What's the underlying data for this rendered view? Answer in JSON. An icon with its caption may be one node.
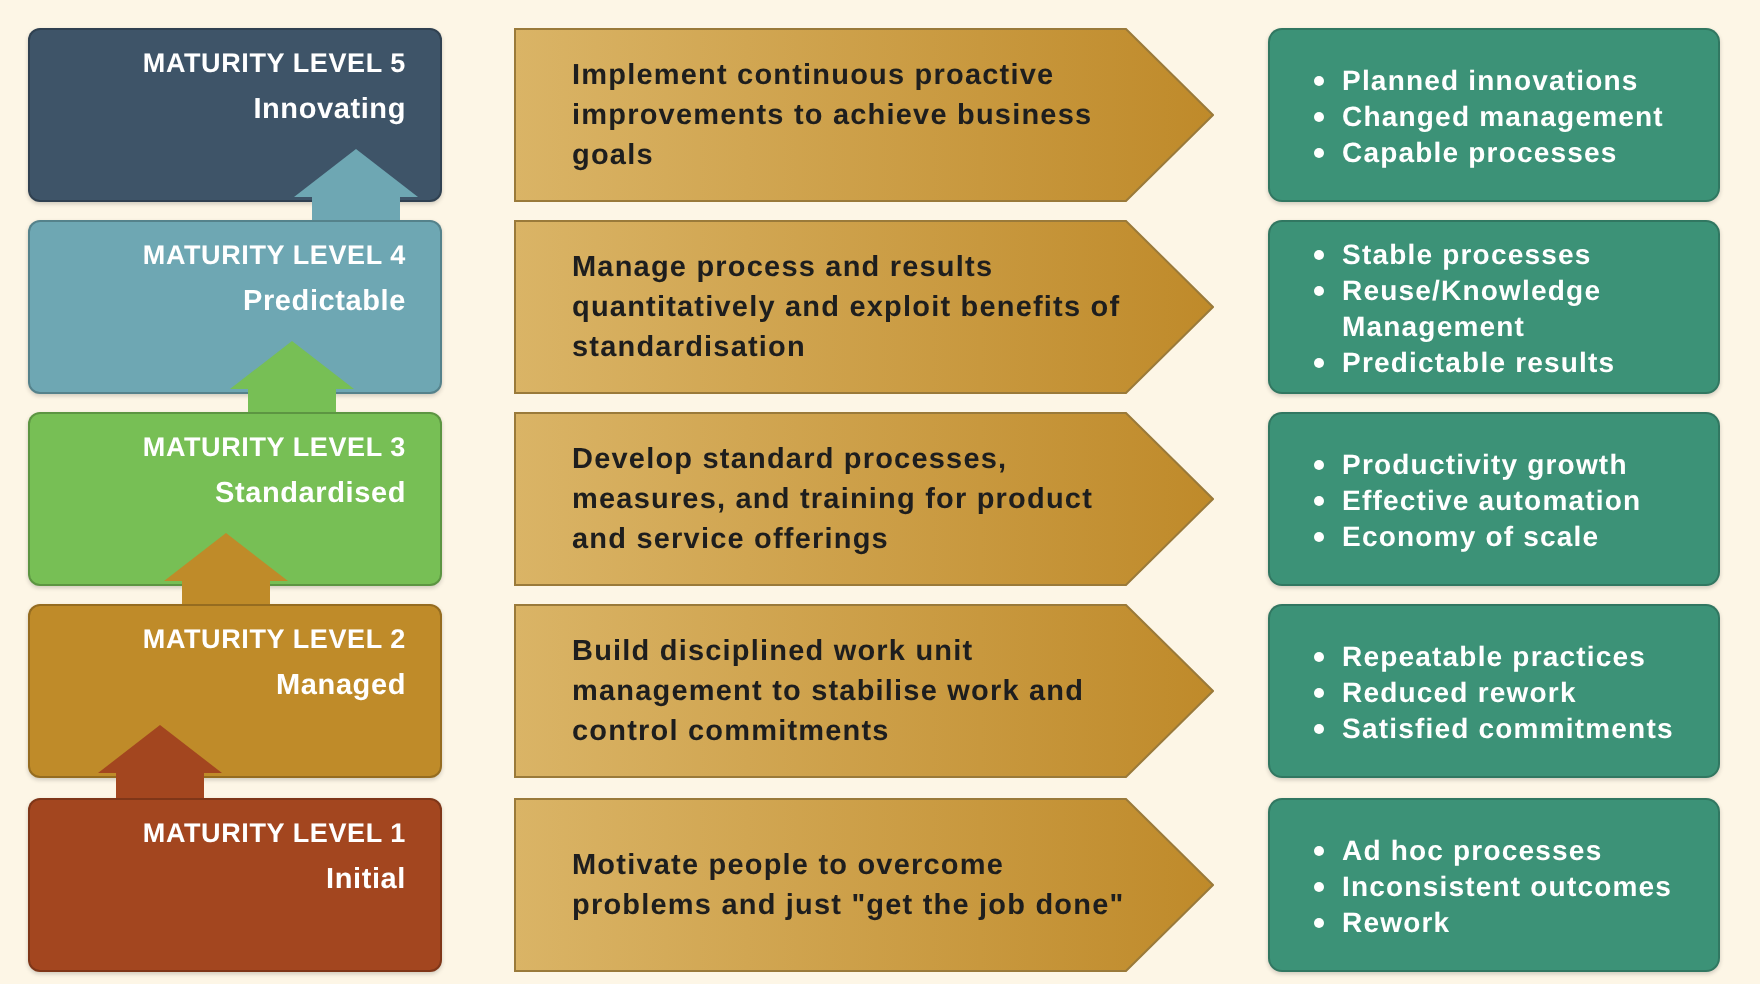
{
  "diagram": {
    "nodes": [
      {
        "text": [
          "MATURITY LEVEL 5",
          "Innovating"
        ]
      },
      {
        "text": [
          "Implement continuous proactive improvements to achieve business goals"
        ]
      },
      {
        "text": [
          "Planned innovations",
          "Changed management",
          "Capable processes"
        ]
      },
      {
        "text": [
          "MATURITY LEVEL 4",
          "Predictable"
        ]
      },
      {
        "text": [
          "Manage process and results quantitatively and exploit benefits of standardisation"
        ]
      },
      {
        "text": [
          "Stable processes",
          "Reuse/Knowledge Management",
          "Predictable results"
        ]
      },
      {
        "text": [
          "MATURITY LEVEL 3",
          "Standardised"
        ]
      },
      {
        "text": [
          "Develop standard processes, measures, and training for product and service offerings"
        ]
      },
      {
        "text": [
          "Productivity growth",
          "Effective automation",
          "Economy of scale"
        ]
      },
      {
        "text": [
          "MATURITY LEVEL 2",
          "Managed"
        ]
      },
      {
        "text": [
          "Build disciplined work unit management to stabilise work and control commitments"
        ]
      },
      {
        "text": [
          "Repeatable practices",
          "Reduced rework",
          "Satisfied commitments"
        ]
      },
      {
        "text": [
          "MATURITY LEVEL 1",
          "Initial"
        ]
      },
      {
        "text": [
          "Motivate people to overcome problems and just \"get the job done\""
        ]
      },
      {
        "text": [
          "Ad hoc processes",
          "Inconsistent outcomes",
          "Rework"
        ]
      }
    ],
    "edges": [
      {
        "from": 12,
        "to": 9,
        "arrow": "to",
        "color": "#a3461f"
      },
      {
        "from": 9,
        "to": 6,
        "arrow": "to",
        "color": "#bf8b29"
      },
      {
        "from": 6,
        "to": 3,
        "arrow": "to",
        "color": "#77bf55"
      },
      {
        "from": 3,
        "to": 0,
        "arrow": "to",
        "color": "#6ea7b3"
      }
    ]
  }
}
